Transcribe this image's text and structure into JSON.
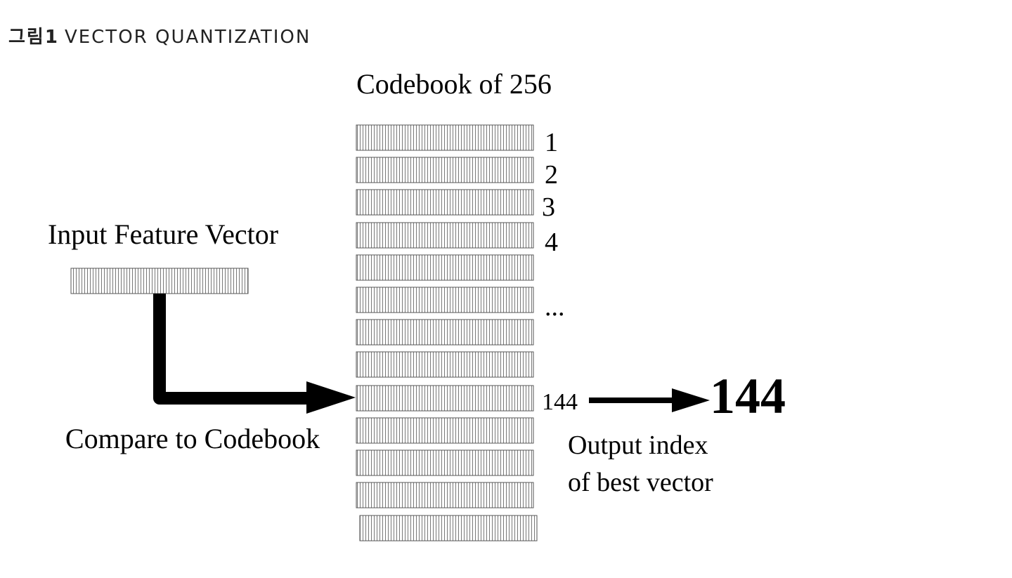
{
  "caption": {
    "label": "그림1",
    "title": "VECTOR QUANTIZATION"
  },
  "diagram": {
    "codebook_title": "Codebook of 256",
    "input_label": "Input Feature Vector",
    "compare_label": "Compare to Codebook",
    "row_labels": [
      "1",
      "2",
      "3",
      "4",
      "",
      "...",
      "",
      "",
      "144",
      "",
      "",
      "",
      ""
    ],
    "matched_row_label": "144",
    "output_index": "144",
    "output_label_line1": "Output index",
    "output_label_line2": "of best vector"
  }
}
